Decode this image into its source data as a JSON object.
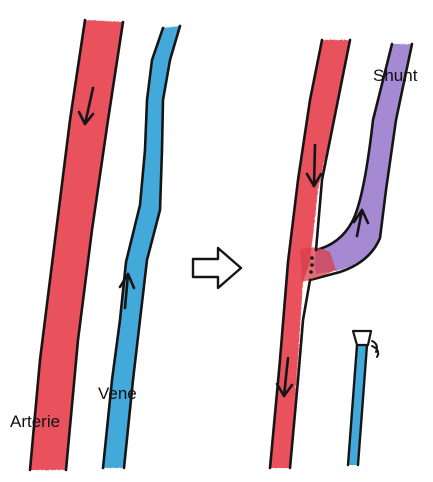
{
  "labels": {
    "arterie": "Arterie",
    "vene": "Vene",
    "shunt": "Shunt"
  },
  "colors": {
    "artery": "#e9515c",
    "artery_shade": "#d83f4b",
    "vein": "#43a9da",
    "shunt": "#a58ad3",
    "outline": "#151515",
    "ink": "#111111"
  },
  "icons": {
    "transition": "right-arrow-outline-icon",
    "flow": "flow-arrow-icon",
    "ligated_vein": "ligated-vein-icon"
  }
}
